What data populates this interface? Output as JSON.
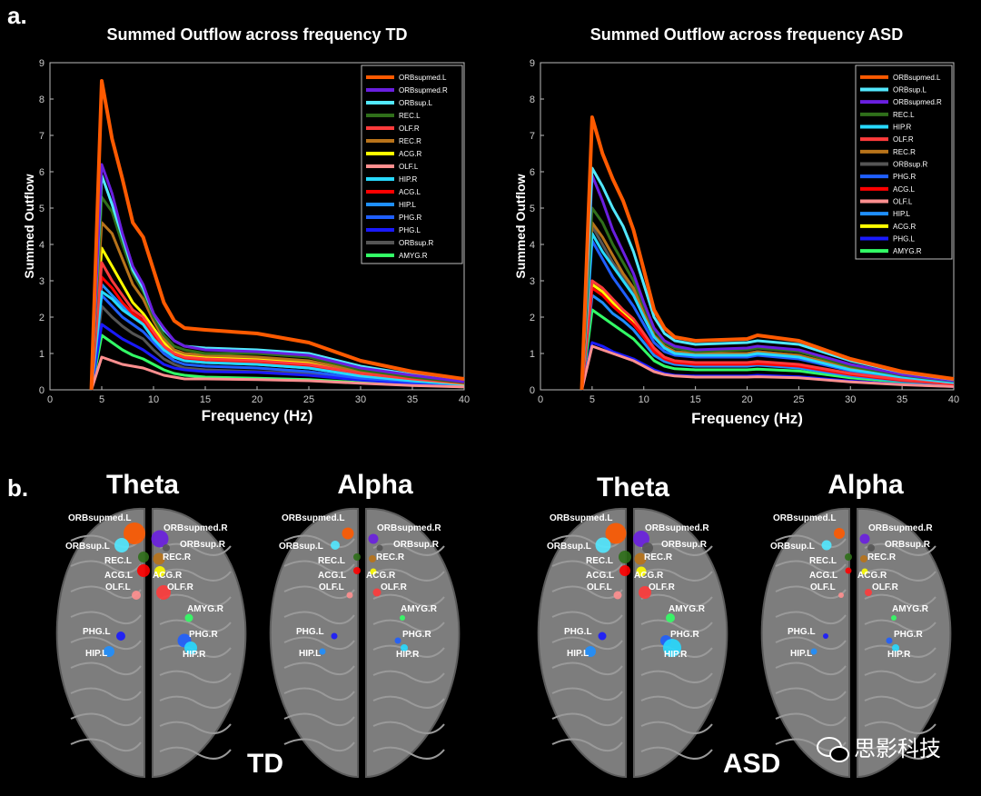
{
  "panel_a_label": "a.",
  "panel_b_label": "b.",
  "watermark": "思影科技",
  "colors": {
    "ORBsupmed.L": "#ff5a00",
    "ORBsupmed.R": "#6a1fe0",
    "ORBsup.L": "#52e8ff",
    "REC.L": "#2f6f1a",
    "OLF.R": "#ff3b3b",
    "REC.R": "#b8731a",
    "ACG.R": "#ffff00",
    "OLF.L": "#ff8f8f",
    "HIP.R": "#27d9ff",
    "ACG.L": "#ff0000",
    "HIP.L": "#1f8fff",
    "PHG.R": "#1f5fff",
    "PHG.L": "#1a1aff",
    "ORBsup.R": "#555555",
    "AMYG.R": "#33ff66"
  },
  "chart_data": [
    {
      "type": "line",
      "title": "Summed Outflow across frequency TD",
      "xlabel": "Frequency (Hz)",
      "ylabel": "Summed Outflow",
      "xlim": [
        0,
        40
      ],
      "ylim": [
        0,
        9
      ],
      "xticks": [
        "0",
        "5",
        "10",
        "15",
        "20",
        "25",
        "30",
        "35",
        "40"
      ],
      "yticks": [
        "0",
        "1",
        "2",
        "3",
        "4",
        "5",
        "6",
        "7",
        "8",
        "9"
      ],
      "legend_position": "top-right",
      "grid": false,
      "x": [
        4,
        5,
        6,
        7,
        8,
        9,
        10,
        11,
        12,
        13,
        15,
        20,
        25,
        30,
        35,
        40
      ],
      "series": [
        {
          "name": "ORBsupmed.L",
          "values": [
            0,
            8.5,
            6.9,
            5.8,
            4.6,
            4.2,
            3.3,
            2.4,
            1.9,
            1.7,
            1.65,
            1.55,
            1.3,
            0.8,
            0.5,
            0.3
          ]
        },
        {
          "name": "ORBsupmed.R",
          "values": [
            0,
            6.2,
            5.4,
            4.3,
            3.4,
            2.9,
            2.1,
            1.7,
            1.35,
            1.2,
            1.1,
            1.05,
            0.95,
            0.6,
            0.4,
            0.22
          ]
        },
        {
          "name": "ORBsup.L",
          "values": [
            0,
            5.9,
            5.1,
            4.2,
            3.3,
            2.8,
            2.1,
            1.65,
            1.35,
            1.2,
            1.15,
            1.1,
            1.0,
            0.65,
            0.42,
            0.25
          ]
        },
        {
          "name": "REC.L",
          "values": [
            0,
            5.3,
            4.9,
            4.0,
            3.2,
            2.7,
            2.0,
            1.5,
            1.2,
            1.1,
            1.0,
            1.0,
            0.9,
            0.55,
            0.35,
            0.2
          ]
        },
        {
          "name": "OLF.R",
          "values": [
            0,
            3.5,
            3.0,
            2.6,
            2.2,
            2.0,
            1.6,
            1.2,
            1.0,
            0.9,
            0.85,
            0.8,
            0.7,
            0.45,
            0.3,
            0.18
          ]
        },
        {
          "name": "REC.R",
          "values": [
            0,
            4.6,
            4.3,
            3.6,
            2.9,
            2.5,
            1.9,
            1.4,
            1.1,
            1.0,
            0.95,
            0.9,
            0.8,
            0.5,
            0.32,
            0.19
          ]
        },
        {
          "name": "ACG.R",
          "values": [
            0,
            3.9,
            3.4,
            2.9,
            2.4,
            2.1,
            1.7,
            1.3,
            1.05,
            0.95,
            0.9,
            0.85,
            0.75,
            0.45,
            0.3,
            0.17
          ]
        },
        {
          "name": "OLF.L",
          "values": [
            0,
            0.9,
            0.8,
            0.7,
            0.65,
            0.6,
            0.5,
            0.4,
            0.35,
            0.3,
            0.3,
            0.28,
            0.25,
            0.18,
            0.12,
            0.08
          ]
        },
        {
          "name": "HIP.R",
          "values": [
            0,
            2.7,
            2.5,
            2.2,
            2.0,
            1.8,
            1.4,
            1.1,
            0.9,
            0.8,
            0.75,
            0.7,
            0.6,
            0.38,
            0.25,
            0.15
          ]
        },
        {
          "name": "ACG.L",
          "values": [
            0,
            3.1,
            2.8,
            2.4,
            2.1,
            1.9,
            1.5,
            1.15,
            0.95,
            0.85,
            0.8,
            0.75,
            0.65,
            0.4,
            0.27,
            0.16
          ]
        },
        {
          "name": "HIP.L",
          "values": [
            0,
            2.9,
            2.6,
            2.3,
            2.05,
            1.85,
            1.45,
            1.1,
            0.9,
            0.8,
            0.75,
            0.7,
            0.6,
            0.38,
            0.25,
            0.15
          ]
        },
        {
          "name": "PHG.R",
          "values": [
            0,
            2.6,
            2.3,
            2.0,
            1.8,
            1.6,
            1.3,
            1.0,
            0.8,
            0.7,
            0.65,
            0.6,
            0.5,
            0.32,
            0.22,
            0.13
          ]
        },
        {
          "name": "PHG.L",
          "values": [
            0,
            1.8,
            1.6,
            1.4,
            1.25,
            1.1,
            0.9,
            0.7,
            0.6,
            0.55,
            0.5,
            0.48,
            0.4,
            0.27,
            0.18,
            0.1
          ]
        },
        {
          "name": "ORBsup.R",
          "values": [
            0,
            2.3,
            2.0,
            1.75,
            1.55,
            1.4,
            1.1,
            0.85,
            0.7,
            0.6,
            0.55,
            0.5,
            0.45,
            0.3,
            0.2,
            0.12
          ]
        },
        {
          "name": "AMYG.R",
          "values": [
            0,
            1.5,
            1.3,
            1.1,
            0.95,
            0.85,
            0.7,
            0.55,
            0.45,
            0.4,
            0.35,
            0.32,
            0.28,
            0.2,
            0.14,
            0.08
          ]
        }
      ]
    },
    {
      "type": "line",
      "title": "Summed Outflow across frequency ASD",
      "xlabel": "Frequency (Hz)",
      "ylabel": "Summed Outflow",
      "xlim": [
        0,
        40
      ],
      "ylim": [
        0,
        9
      ],
      "xticks": [
        "0",
        "5",
        "10",
        "15",
        "20",
        "25",
        "30",
        "35",
        "40"
      ],
      "yticks": [
        "0",
        "1",
        "2",
        "3",
        "4",
        "5",
        "6",
        "7",
        "8",
        "9"
      ],
      "legend_position": "top-right",
      "grid": false,
      "x": [
        4,
        5,
        6,
        7,
        8,
        9,
        10,
        11,
        12,
        13,
        15,
        20,
        21,
        25,
        30,
        35,
        40
      ],
      "series": [
        {
          "name": "ORBsupmed.L",
          "values": [
            0,
            7.5,
            6.5,
            5.8,
            5.2,
            4.4,
            3.3,
            2.2,
            1.7,
            1.45,
            1.35,
            1.4,
            1.5,
            1.35,
            0.85,
            0.5,
            0.3
          ]
        },
        {
          "name": "ORBsup.L",
          "values": [
            0,
            6.1,
            5.6,
            5.0,
            4.5,
            3.8,
            2.9,
            2.0,
            1.55,
            1.35,
            1.25,
            1.3,
            1.35,
            1.25,
            0.8,
            0.48,
            0.28
          ]
        },
        {
          "name": "ORBsupmed.R",
          "values": [
            0,
            5.9,
            5.2,
            4.4,
            3.8,
            3.2,
            2.4,
            1.7,
            1.35,
            1.2,
            1.1,
            1.15,
            1.2,
            1.1,
            0.7,
            0.42,
            0.25
          ]
        },
        {
          "name": "REC.L",
          "values": [
            0,
            5.0,
            4.6,
            4.0,
            3.5,
            3.0,
            2.3,
            1.65,
            1.3,
            1.15,
            1.05,
            1.1,
            1.15,
            1.05,
            0.65,
            0.4,
            0.24
          ]
        },
        {
          "name": "HIP.R",
          "values": [
            0,
            4.3,
            3.8,
            3.4,
            3.0,
            2.6,
            2.0,
            1.45,
            1.15,
            1.0,
            0.95,
            0.95,
            1.0,
            0.9,
            0.55,
            0.35,
            0.2
          ]
        },
        {
          "name": "OLF.R",
          "values": [
            0,
            3.0,
            2.8,
            2.5,
            2.2,
            1.95,
            1.55,
            1.15,
            0.9,
            0.8,
            0.75,
            0.75,
            0.78,
            0.7,
            0.45,
            0.28,
            0.17
          ]
        },
        {
          "name": "REC.R",
          "values": [
            0,
            4.6,
            4.2,
            3.7,
            3.2,
            2.8,
            2.1,
            1.5,
            1.2,
            1.05,
            1.0,
            1.0,
            1.05,
            0.95,
            0.6,
            0.37,
            0.22
          ]
        },
        {
          "name": "ORBsup.R",
          "values": [
            0,
            4.5,
            4.0,
            3.5,
            3.1,
            2.7,
            2.05,
            1.5,
            1.2,
            1.05,
            1.0,
            1.0,
            1.05,
            0.95,
            0.6,
            0.37,
            0.22
          ]
        },
        {
          "name": "PHG.R",
          "values": [
            0,
            4.1,
            3.6,
            3.1,
            2.7,
            2.3,
            1.8,
            1.3,
            1.05,
            0.95,
            0.9,
            0.9,
            0.95,
            0.85,
            0.52,
            0.32,
            0.19
          ]
        },
        {
          "name": "ACG.L",
          "values": [
            0,
            2.8,
            2.6,
            2.3,
            2.05,
            1.8,
            1.45,
            1.05,
            0.85,
            0.75,
            0.7,
            0.7,
            0.72,
            0.65,
            0.42,
            0.26,
            0.16
          ]
        },
        {
          "name": "OLF.L",
          "values": [
            0,
            1.2,
            1.1,
            1.0,
            0.9,
            0.8,
            0.65,
            0.5,
            0.42,
            0.38,
            0.35,
            0.35,
            0.36,
            0.33,
            0.22,
            0.14,
            0.09
          ]
        },
        {
          "name": "HIP.L",
          "values": [
            0,
            2.6,
            2.4,
            2.1,
            1.9,
            1.65,
            1.3,
            0.95,
            0.78,
            0.7,
            0.65,
            0.65,
            0.68,
            0.6,
            0.38,
            0.24,
            0.15
          ]
        },
        {
          "name": "ACG.R",
          "values": [
            0,
            2.9,
            2.7,
            2.4,
            2.15,
            1.9,
            1.5,
            1.1,
            0.88,
            0.78,
            0.72,
            0.72,
            0.75,
            0.68,
            0.43,
            0.27,
            0.16
          ]
        },
        {
          "name": "PHG.L",
          "values": [
            0,
            1.3,
            1.2,
            1.05,
            0.95,
            0.85,
            0.7,
            0.55,
            0.45,
            0.4,
            0.38,
            0.38,
            0.4,
            0.36,
            0.24,
            0.15,
            0.09
          ]
        },
        {
          "name": "AMYG.R",
          "values": [
            0,
            2.2,
            2.0,
            1.8,
            1.6,
            1.4,
            1.1,
            0.8,
            0.65,
            0.58,
            0.55,
            0.55,
            0.57,
            0.52,
            0.33,
            0.21,
            0.13
          ]
        }
      ]
    }
  ],
  "brains": [
    {
      "title": "Theta",
      "nodes": [
        {
          "name": "ORBsupmed.L",
          "size": 1.0
        },
        {
          "name": "ORBsupmed.R",
          "size": 0.75
        },
        {
          "name": "ORBsup.L",
          "size": 0.6
        },
        {
          "name": "ORBsup.R",
          "size": 0.2
        },
        {
          "name": "REC.L",
          "size": 0.4
        },
        {
          "name": "REC.R",
          "size": 0.45
        },
        {
          "name": "ACG.L",
          "size": 0.5
        },
        {
          "name": "ACG.R",
          "size": 0.4
        },
        {
          "name": "OLF.L",
          "size": 0.3
        },
        {
          "name": "OLF.R",
          "size": 0.6
        },
        {
          "name": "AMYG.R",
          "size": 0.25
        },
        {
          "name": "PHG.L",
          "size": 0.3
        },
        {
          "name": "PHG.R",
          "size": 0.55
        },
        {
          "name": "HIP.L",
          "size": 0.4
        },
        {
          "name": "HIP.R",
          "size": 0.5
        }
      ]
    },
    {
      "title": "Alpha",
      "nodes": [
        {
          "name": "ORBsupmed.L",
          "size": 0.45
        },
        {
          "name": "ORBsupmed.R",
          "size": 0.35
        },
        {
          "name": "ORBsup.L",
          "size": 0.3
        },
        {
          "name": "ORBsup.R",
          "size": 0.15
        },
        {
          "name": "REC.L",
          "size": 0.2
        },
        {
          "name": "REC.R",
          "size": 0.2
        },
        {
          "name": "ACG.L",
          "size": 0.2
        },
        {
          "name": "ACG.R",
          "size": 0.15
        },
        {
          "name": "OLF.L",
          "size": 0.15
        },
        {
          "name": "OLF.R",
          "size": 0.25
        },
        {
          "name": "AMYG.R",
          "size": 0.1
        },
        {
          "name": "PHG.L",
          "size": 0.15
        },
        {
          "name": "PHG.R",
          "size": 0.15
        },
        {
          "name": "HIP.L",
          "size": 0.15
        },
        {
          "name": "HIP.R",
          "size": 0.2
        }
      ]
    },
    {
      "title": "Theta",
      "nodes": [
        {
          "name": "ORBsupmed.L",
          "size": 0.95
        },
        {
          "name": "ORBsupmed.R",
          "size": 0.7
        },
        {
          "name": "ORBsup.L",
          "size": 0.65
        },
        {
          "name": "ORBsup.R",
          "size": 0.4
        },
        {
          "name": "REC.L",
          "size": 0.5
        },
        {
          "name": "REC.R",
          "size": 0.45
        },
        {
          "name": "ACG.L",
          "size": 0.4
        },
        {
          "name": "ACG.R",
          "size": 0.35
        },
        {
          "name": "OLF.L",
          "size": 0.25
        },
        {
          "name": "OLF.R",
          "size": 0.5
        },
        {
          "name": "AMYG.R",
          "size": 0.3
        },
        {
          "name": "PHG.L",
          "size": 0.25
        },
        {
          "name": "PHG.R",
          "size": 0.4
        },
        {
          "name": "HIP.L",
          "size": 0.4
        },
        {
          "name": "HIP.R",
          "size": 0.8
        }
      ]
    },
    {
      "title": "Alpha",
      "nodes": [
        {
          "name": "ORBsupmed.L",
          "size": 0.4
        },
        {
          "name": "ORBsupmed.R",
          "size": 0.35
        },
        {
          "name": "ORBsup.L",
          "size": 0.35
        },
        {
          "name": "ORBsup.R",
          "size": 0.2
        },
        {
          "name": "REC.L",
          "size": 0.2
        },
        {
          "name": "REC.R",
          "size": 0.2
        },
        {
          "name": "ACG.L",
          "size": 0.15
        },
        {
          "name": "ACG.R",
          "size": 0.15
        },
        {
          "name": "OLF.L",
          "size": 0.1
        },
        {
          "name": "OLF.R",
          "size": 0.2
        },
        {
          "name": "AMYG.R",
          "size": 0.1
        },
        {
          "name": "PHG.L",
          "size": 0.1
        },
        {
          "name": "PHG.R",
          "size": 0.15
        },
        {
          "name": "HIP.L",
          "size": 0.15
        },
        {
          "name": "HIP.R",
          "size": 0.2
        }
      ]
    }
  ],
  "group_labels": [
    "TD",
    "ASD"
  ]
}
